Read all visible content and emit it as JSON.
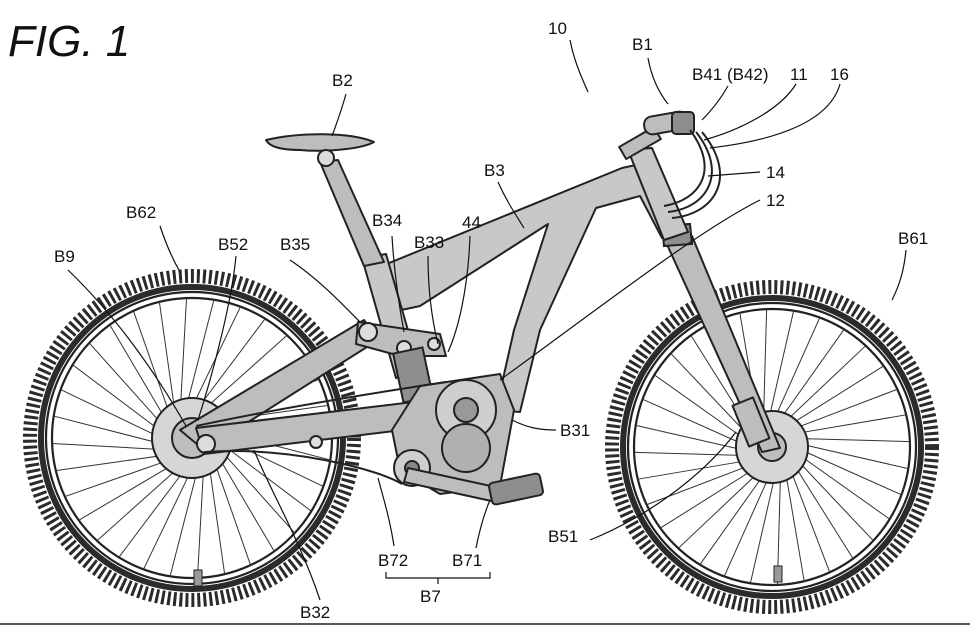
{
  "figure": {
    "title": "FIG. 1"
  },
  "labels": {
    "bicycle": "10",
    "handlebar": "B1",
    "saddle": "B2",
    "frame": "B3",
    "operating_device": "B41 (B42)",
    "cable_11": "11",
    "cable_16": "16",
    "cable_14": "14",
    "cable_12": "12",
    "front_wheel": "B61",
    "rear_wheel": "B62",
    "rear_part": "B9",
    "rear_brake": "B52",
    "seat_stay_link": "B35",
    "link_b34": "B34",
    "link_b33": "B33",
    "part_44": "44",
    "down_tube": "B31",
    "front_brake": "B51",
    "chain_stay": "B32",
    "chainring_b72": "B72",
    "crank_b71": "B71",
    "drive_b7": "B7"
  },
  "colors": {
    "frame": "#c8c8c8",
    "line": "#222222",
    "background": "#ffffff"
  }
}
